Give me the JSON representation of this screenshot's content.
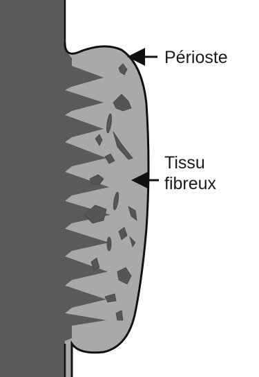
{
  "labels": {
    "periosteum": "Périoste",
    "fibrous_tissue_line1": "Tissu",
    "fibrous_tissue_line2": "fibreux"
  },
  "colors": {
    "bone": "#5a5a5a",
    "callus_fill": "#a9a9a9",
    "outline": "#111111",
    "fibre_fragments": "#555555",
    "arrows": "#111111"
  }
}
